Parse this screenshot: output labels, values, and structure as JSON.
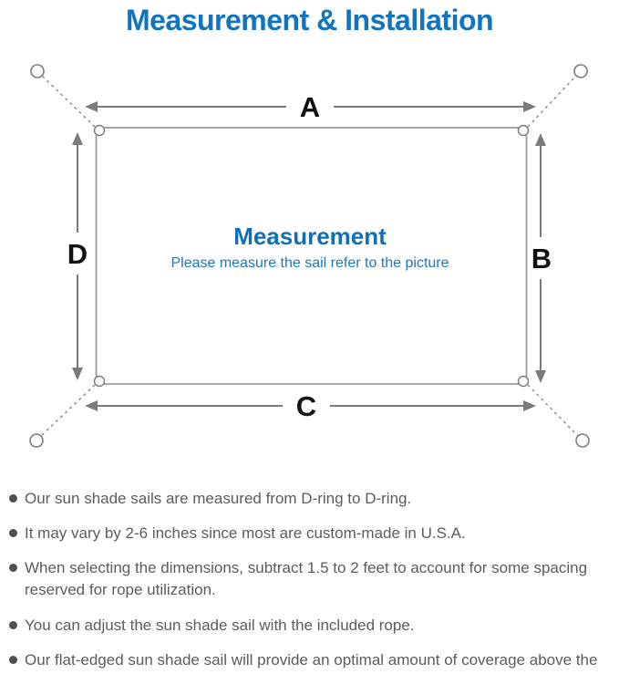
{
  "title": "Measurement & Installation",
  "diagram": {
    "label_a": "A",
    "label_b": "B",
    "label_c": "C",
    "label_d": "D",
    "center_title": "Measurement",
    "center_subtitle": "Please measure the sail refer to the picture"
  },
  "colors": {
    "title_blue": "#1274be",
    "center_blue": "#0f70b8",
    "subtitle_blue": "#2277bb",
    "line_gray": "#7b7b7b",
    "note_text_gray": "#5c5c5c"
  },
  "bullets": [
    "Our sun shade sails are measured from D-ring to D-ring.",
    "It may vary by 2-6 inches since most are custom-made in U.S.A.",
    "When selecting the dimensions, subtract 1.5 to 2 feet to account for some spacing reserved for rope utilization.",
    "You can adjust the sun shade sail with the included rope.",
    "Our flat-edged sun shade sail will provide an optimal amount of coverage above the area it’ s placed."
  ]
}
